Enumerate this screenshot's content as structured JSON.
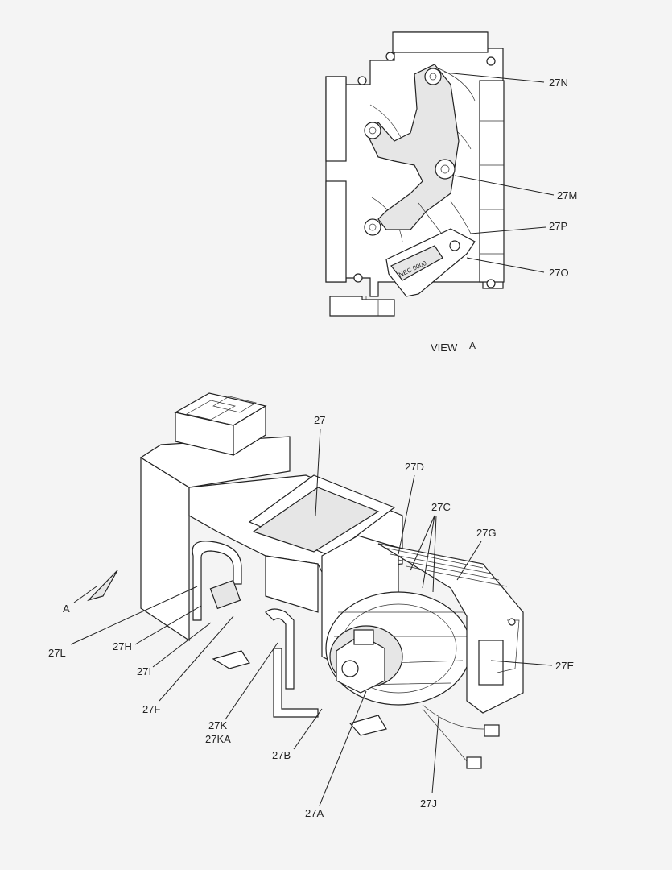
{
  "view_title": "VIEW",
  "view_letter": "A",
  "arrow_letter": "A",
  "top_callouts": [
    "27N",
    "27M",
    "27P",
    "27O"
  ],
  "bottom_callouts": [
    "27",
    "27D",
    "27C",
    "27G",
    "27E",
    "27L",
    "27H",
    "27I",
    "27F",
    "27K",
    "27KA",
    "27B",
    "27A",
    "27J"
  ],
  "nameplate": "NEC 0000"
}
